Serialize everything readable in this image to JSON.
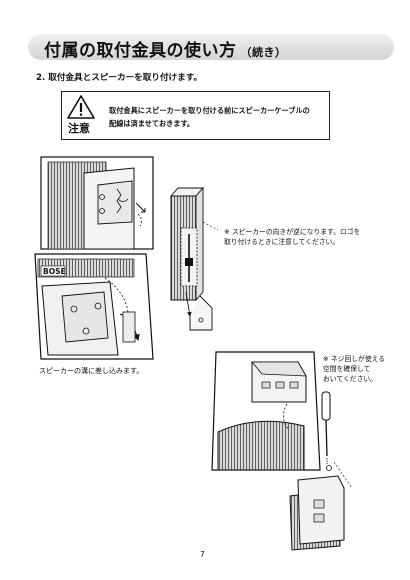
{
  "header": {
    "title": "付属の取付金具の使い方",
    "subtitle": "（続き）"
  },
  "step": {
    "text": "2. 取付金具とスピーカーを取り付けます。"
  },
  "caution": {
    "label": "注意",
    "text": "取付金具にスピーカーを取り付ける前にスピーカーケーブルの\n配線は済ませておきます。"
  },
  "notes": {
    "orientation": "※ スピーカーの向きが逆になります。ロゴを\n取り付けるときに注意してください。",
    "screwdriver": "※ ネジ回しが使える\n空間を確保して\nおいてください。"
  },
  "diagram": {
    "caption": "スピーカーの溝に差し込みます。",
    "logo_text": "BOSE"
  },
  "footer": {
    "page_number": "7"
  }
}
